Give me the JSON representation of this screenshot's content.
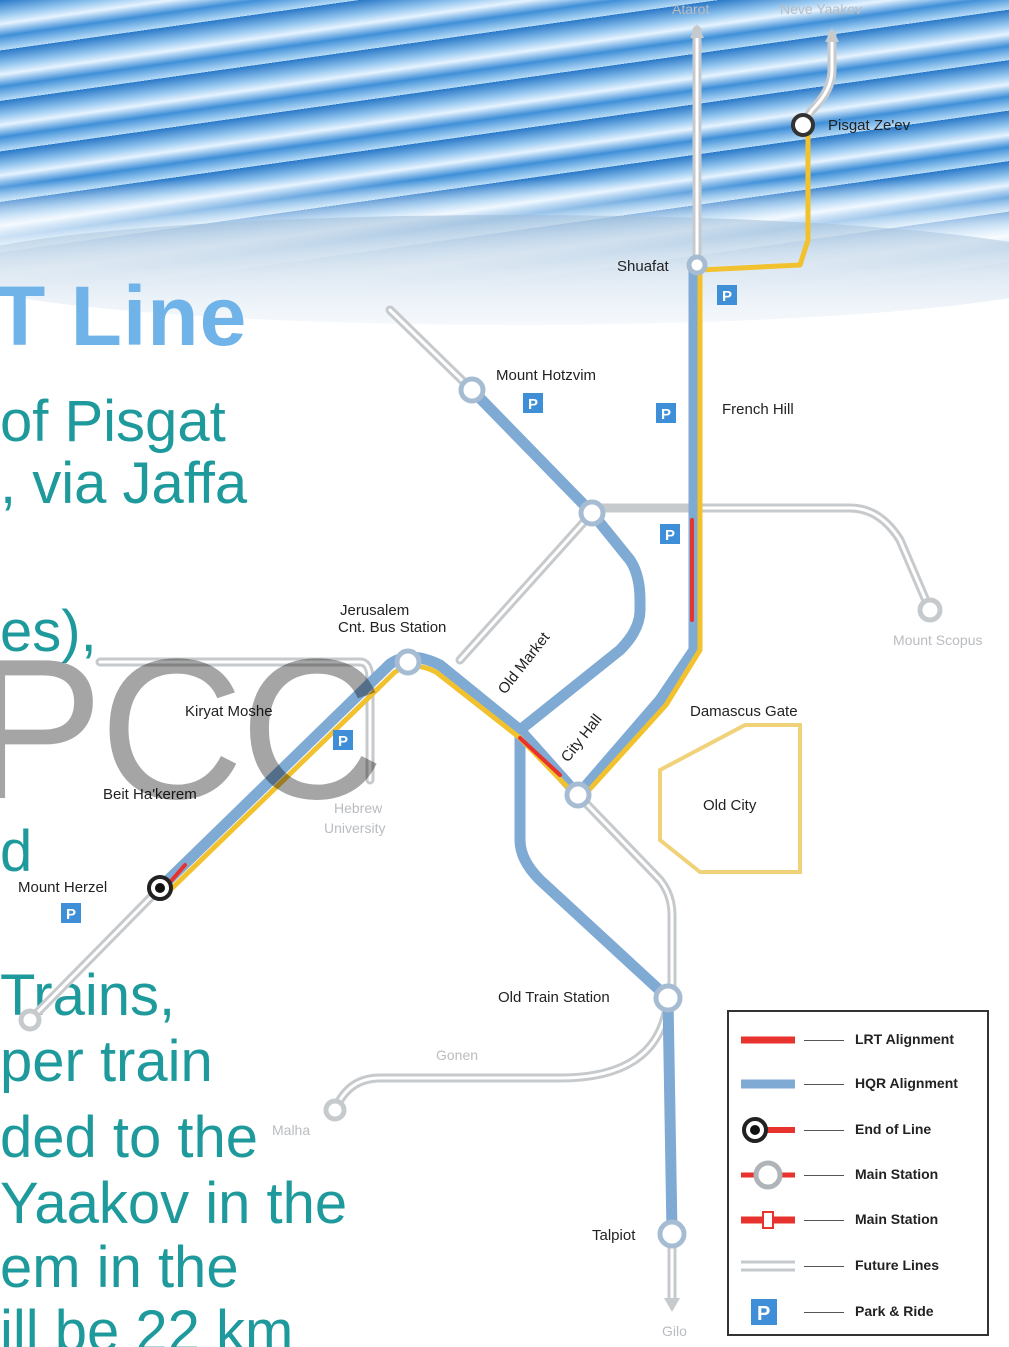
{
  "slide": {
    "title": "T Line",
    "bullets": [
      "of Pisgat",
      ", via Jaffa",
      "es),",
      "d",
      "Trains,",
      "per train",
      "ded to the",
      "Yaakov in the",
      "em in the",
      "ill be 22 km"
    ],
    "watermark": "PCC"
  },
  "map": {
    "stations": {
      "pisgat_zeev": "Pisgat Ze'ev",
      "shuafat": "Shuafat",
      "mount_hotzvim": "Mount Hotzvim",
      "french_hill": "French Hill",
      "jerusalem": "Jerusalem",
      "jerusalem_sub": "Cnt. Bus Station",
      "old_market": "Old Market",
      "kiryat_moshe": "Kiryat Moshe",
      "city_hall": "City Hall",
      "damascus_gate": "Damascus Gate",
      "old_city": "Old City",
      "beit_hakerem": "Beit Ha'kerem",
      "mount_herzel": "Mount Herzel",
      "old_train_station": "Old Train Station",
      "talpiot": "Talpiot"
    },
    "future": {
      "top_left": "Atarot",
      "top_right": "Neve Yaakov",
      "mount_scopus": "Mount Scopus",
      "hebrew_university_1": "Hebrew",
      "hebrew_university_2": "University",
      "gonen": "Gonen",
      "malha": "Malha",
      "gilo": "Gilo"
    },
    "colors": {
      "lrt": "#e8322d",
      "hqr": "#7faad4",
      "yellow": "#f2c12e",
      "future": "#c7cacd"
    }
  },
  "legend": {
    "items": [
      {
        "label": "LRT Alignment",
        "symbol": "lrt-line"
      },
      {
        "label": "HQR Alignment",
        "symbol": "hqr-line"
      },
      {
        "label": "End of Line",
        "symbol": "end-of-line"
      },
      {
        "label": "Main Station",
        "symbol": "main-station-ring"
      },
      {
        "label": "Main Station",
        "symbol": "main-station-red"
      },
      {
        "label": "Future Lines",
        "symbol": "future-lines"
      },
      {
        "label": "Park & Ride",
        "symbol": "park-ride"
      }
    ],
    "park_glyph": "P"
  }
}
